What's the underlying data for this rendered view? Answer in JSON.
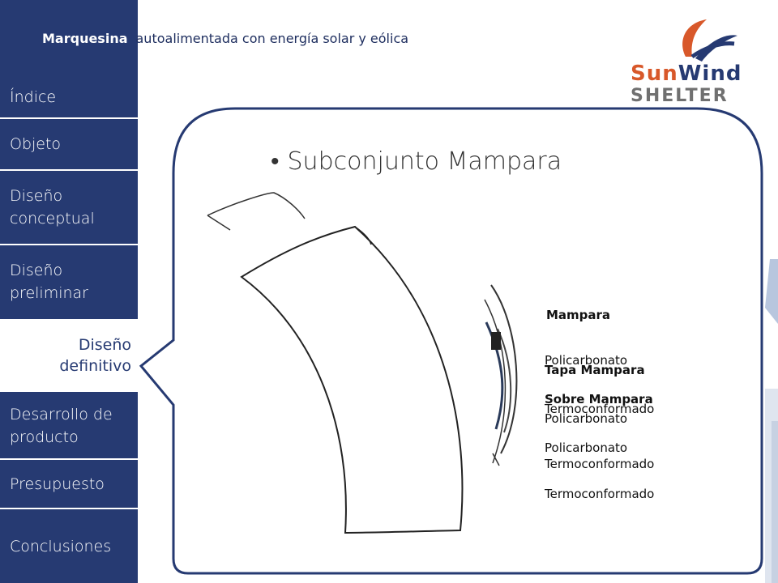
{
  "header": {
    "title_bold": "Marquesina",
    "title_rest": "autoalimentada con energía solar y eólica"
  },
  "logo": {
    "word_sun": "Sun",
    "word_wind": "Wind",
    "word_shelter": "SHELTER"
  },
  "sidebar": {
    "items": [
      {
        "label": "Índice"
      },
      {
        "label": "Objeto"
      },
      {
        "label": "Diseño\nconceptual"
      },
      {
        "label": "Diseño\npreliminar"
      },
      {
        "label": "Diseño\ndefinitivo",
        "active": true
      },
      {
        "label": "Desarrollo de\nproducto"
      },
      {
        "label": "Presupuesto"
      },
      {
        "label": "Conclusiones"
      }
    ]
  },
  "slide": {
    "title": "Subconjunto Mampara",
    "labels": {
      "l1": "Mampara",
      "l2": "Policarbonato",
      "l3": "Tapa Mampara",
      "l4": "Termoconformado",
      "l5": "Sobre Mampara",
      "l6": "Policarbonato",
      "l7": "Policarbonato",
      "l8": "Termoconformado",
      "l9": "Termoconformado"
    }
  },
  "colors": {
    "sidebar": "#263a72",
    "accent_orange": "#d8582a",
    "bubble_border": "#263a72"
  }
}
